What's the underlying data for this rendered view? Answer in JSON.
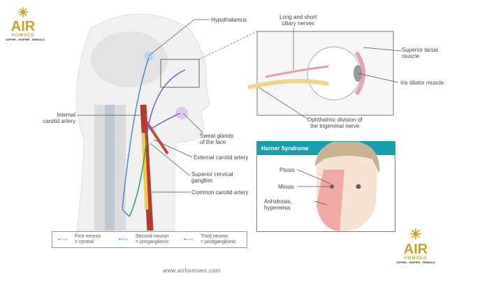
{
  "logo": {
    "main": "AIR",
    "sub": "HOMOEO",
    "tagline": "ASPIRE - INSPIRE - REBUILD"
  },
  "labels": {
    "hypothalamus": "Hypothalamus",
    "ciliary": [
      "Long and short",
      "ciliary nerves"
    ],
    "superior_tarsal": [
      "Superior tarsal",
      "muscle"
    ],
    "iris_dilator": "Iris dilator muscle",
    "ophthalmic": [
      "Ophthalmic division of",
      "the trigeminal nerve"
    ],
    "internal_carotid": [
      "Internal",
      "carotid artery"
    ],
    "sweat_glands": [
      "Sweat glands",
      "of the face"
    ],
    "external_carotid": "External carotid artery",
    "superior_cervical": [
      "Superior cervical",
      "ganglion"
    ],
    "common_carotid": "Common carotid artery"
  },
  "horner": {
    "title": "Horner Syndrome",
    "ptosis": "Ptosis",
    "miosis": "Miosis",
    "anhidrosis": [
      "Anhidrosis,",
      "hyperemia"
    ]
  },
  "legend": [
    {
      "line1": "First neuron",
      "line2": "= central",
      "color": "#4a8ad4"
    },
    {
      "line1": "Second neuron",
      "line2": "= preganglionic",
      "color": "#1fa855"
    },
    {
      "line1": "Third neuron",
      "line2": "= postganglionic",
      "color": "#7b5cd6"
    }
  ],
  "url": "www.airhomoeo.com"
}
